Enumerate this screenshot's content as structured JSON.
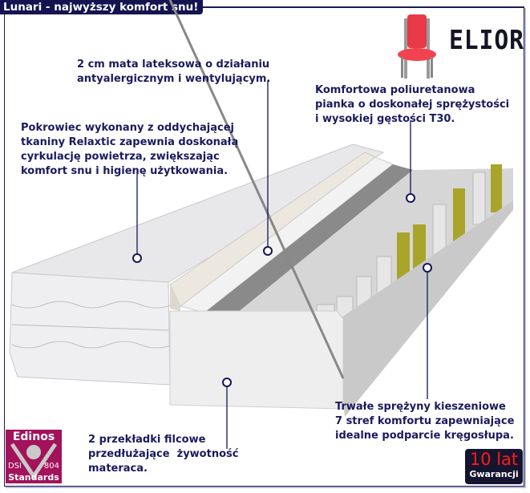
{
  "title": "Lunari - najwyższy komfort snu!",
  "brand": {
    "name": "ELIOR",
    "icon": "chair-icon",
    "color": "#f0434f"
  },
  "features": {
    "latex": "2 cm mata lateksowa o działaniu\nantyalergicznym i wentylującym.",
    "cover": "Pokrowiec wykonany z oddychającej\ntkaniny Relaxtic zapewnia doskonałą\ncyrkulację powietrza, zwiększając\nkomfort snu i higienę użytkowania.",
    "foam": "Komfortowa poliuretanowa\npianka o doskonałej sprężystości\ni wysokiej gęstości T30.",
    "springs": "Trwałe sprężyny kieszeniowe\n7 stref komfortu zapewniające\nidealne podparcie kręgosłupa.",
    "felt": "2 przekładki filcowe\nprzedłużające  żywotność\nmateraca."
  },
  "badges": {
    "edinos": {
      "name": "Edinos",
      "left": "DSI",
      "right": "804",
      "bottom": "Standards",
      "color": "#a3125a"
    },
    "warranty": {
      "years": "10 lat",
      "label": "Gwarancji"
    }
  },
  "colors": {
    "navy": "#141450",
    "accent_red": "#ff1a1a",
    "spring_yellow": "#a9a42a"
  }
}
